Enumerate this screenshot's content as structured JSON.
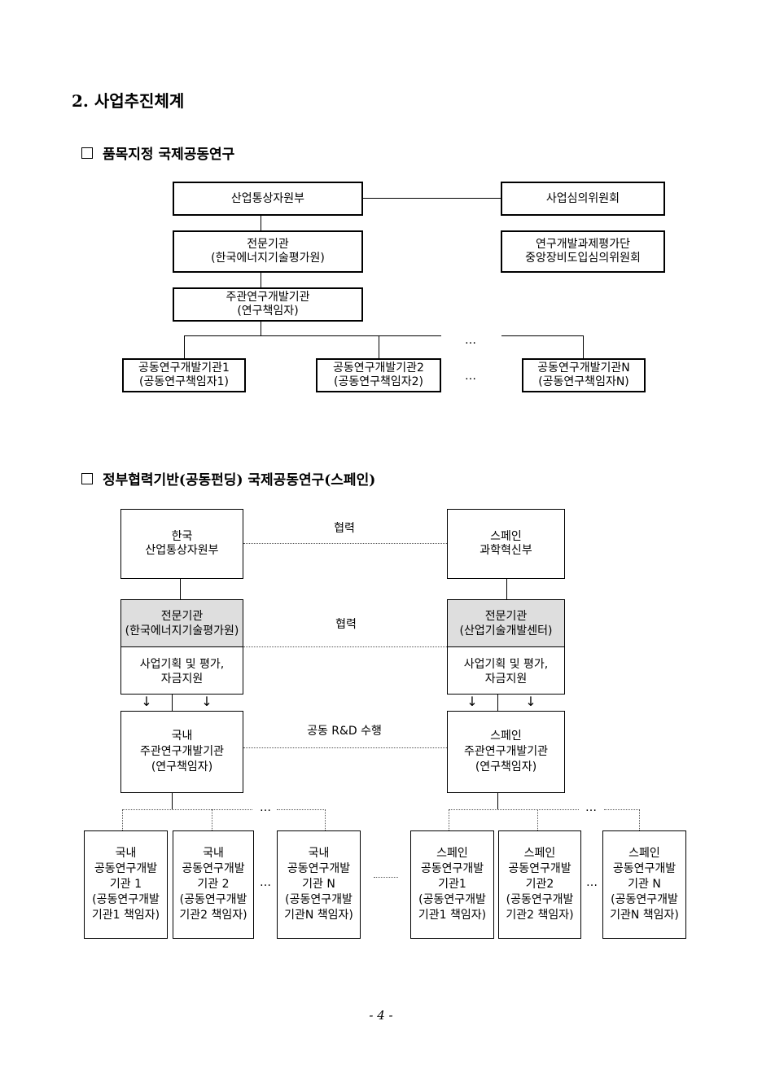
{
  "section_title": "2. 사업추진체계",
  "part1": {
    "heading": "품목지정 국제공동연구",
    "ministry": "산업통상자원부",
    "committee": "사업심의위원회",
    "agency": "전문기관\n(한국에너지기술평가원)",
    "review_board": "연구개발과제평가단\n중앙장비도입심의위원회",
    "lead_org": "주관연구개발기관\n(연구책임자)",
    "joint_orgs": [
      "공동연구개발기관1\n(공동연구책임자1)",
      "공동연구개발기관2\n(공동연구책임자2)",
      "공동연구개발기관N\n(공동연구책임자N)"
    ],
    "ellipsis": "…"
  },
  "part2": {
    "heading": "정부협력기반(공동펀딩) 국제공동연구(스페인)",
    "korea_ministry": "한국\n산업통상자원부",
    "spain_ministry": "스페인\n과학혁신부",
    "cooperation": "협력",
    "korea_agency": "전문기관\n(한국에너지기술평가원)",
    "spain_agency": "전문기관\n(산업기술개발센터)",
    "agency_role": "사업기획 및 평가,\n자금지원",
    "joint_rd": "공동 R&D 수행",
    "korea_lead": "국내\n주관연구개발기관\n(연구책임자)",
    "spain_lead": "스페인\n주관연구개발기관\n(연구책임자)",
    "korea_joint": [
      "국내\n공동연구개발\n기관 1\n(공동연구개발\n기관1 책임자)",
      "국내\n공동연구개발\n기관 2\n(공동연구개발\n기관2 책임자)",
      "국내\n공동연구개발\n기관 N\n(공동연구개발\n기관N 책임자)"
    ],
    "spain_joint": [
      "스페인\n공동연구개발\n기관1\n(공동연구개발\n기관1 책임자)",
      "스페인\n공동연구개발\n기관2\n(공동연구개발\n기관2 책임자)",
      "스페인\n공동연구개발\n기관 N\n(공동연구개발\n기관N 책임자)"
    ],
    "arrow": "↓",
    "ellipsis": "…"
  },
  "page_number": "- 4 -"
}
